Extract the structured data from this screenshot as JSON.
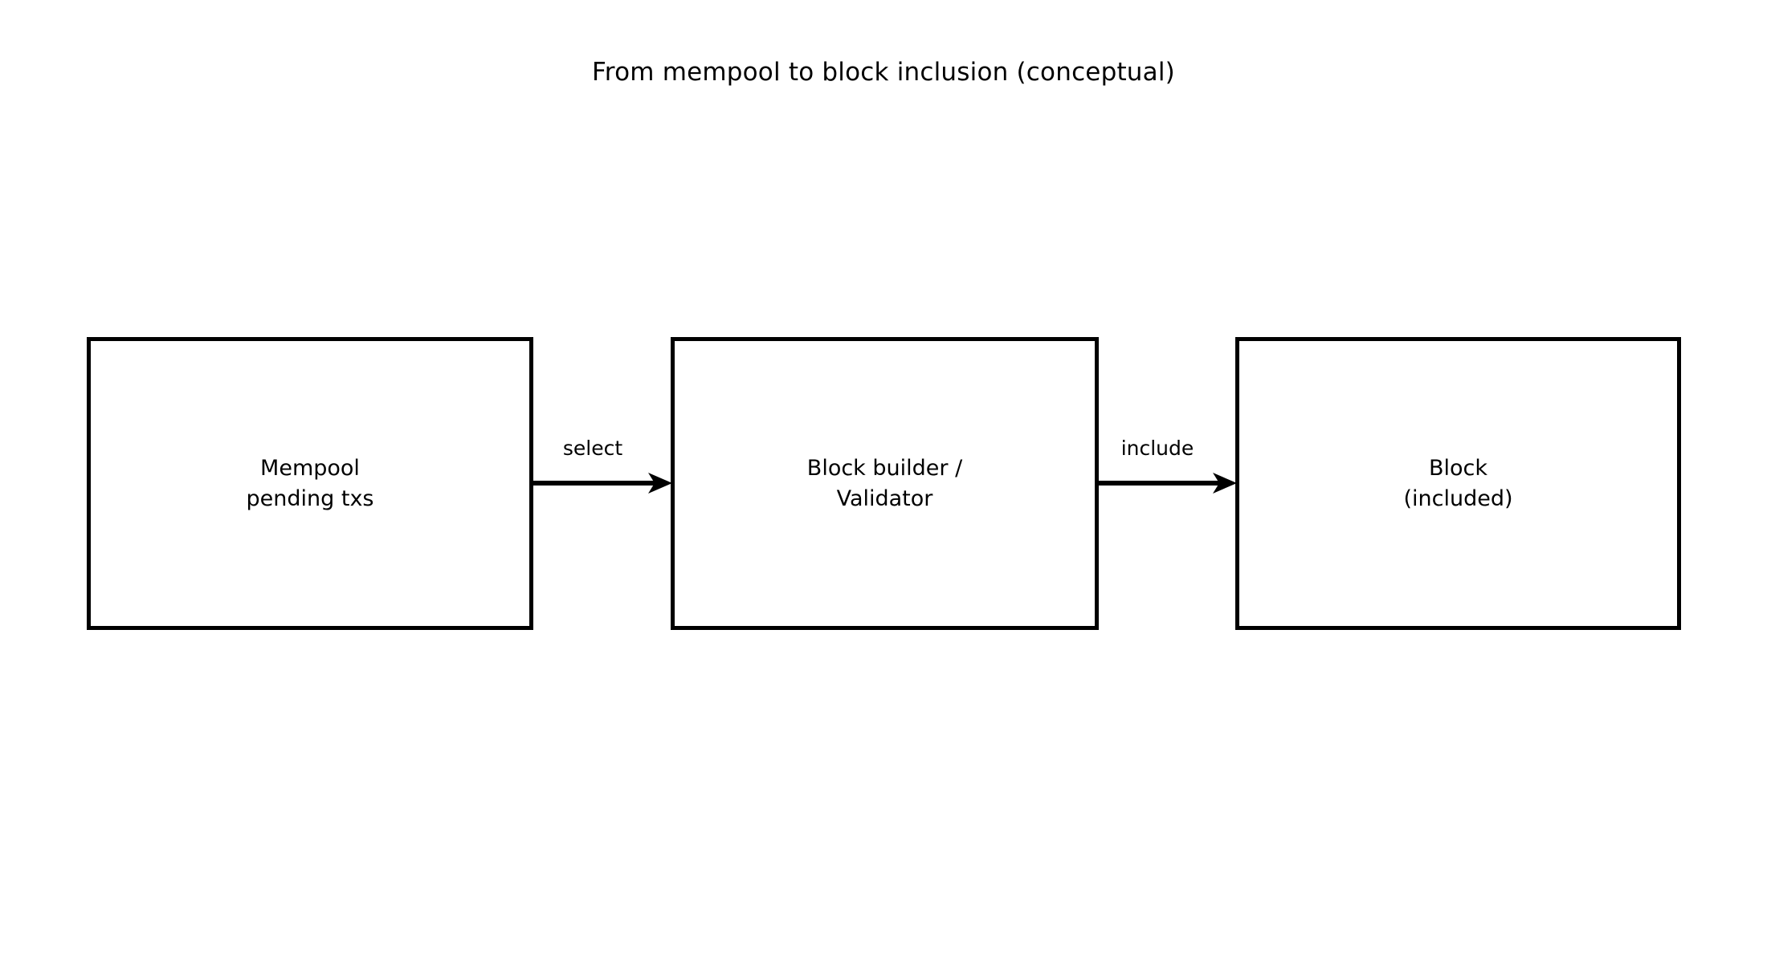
{
  "title": "From mempool to block inclusion (conceptual)",
  "colors": {
    "background": "#ffffff",
    "stroke": "#000000",
    "text": "#000000",
    "node_fill": "#ffffff"
  },
  "diagram": {
    "type": "flowchart",
    "orientation": "left-to-right",
    "nodes": [
      {
        "id": "mempool",
        "label": "Mempool\npending txs",
        "line1": "Mempool",
        "line2": "pending txs",
        "shape": "rectangle"
      },
      {
        "id": "builder",
        "label": "Block builder /\nValidator",
        "line1": "Block builder /",
        "line2": "Validator",
        "shape": "rectangle"
      },
      {
        "id": "block",
        "label": "Block\n(included)",
        "line1": "Block",
        "line2": "(included)",
        "shape": "rectangle"
      }
    ],
    "edges": [
      {
        "id": "edge-select",
        "label": "select",
        "from": "mempool",
        "to": "builder",
        "arrow": "single"
      },
      {
        "id": "edge-include",
        "label": "include",
        "from": "builder",
        "to": "block",
        "arrow": "single"
      }
    ]
  }
}
